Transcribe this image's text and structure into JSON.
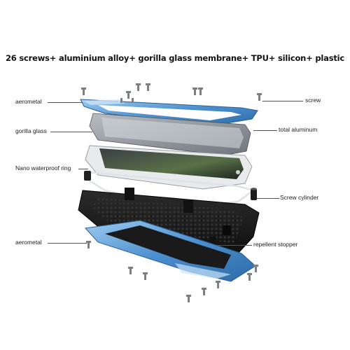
{
  "title": "26 screws+ aluminium alloy+ gorilla glass membrane+ TPU+ silicon+ plastic",
  "labels": {
    "aerometal_top": "aerometal",
    "screw": "screw",
    "gorilla_glass": "gorilla glass",
    "total_aluminum": "total aluminum",
    "nano_ring": "Nano waterproof ring",
    "screw_cylinder": "Screw cylinder",
    "aerometal_bottom": "aerometal",
    "repellent_stopper": "repellent stopper"
  },
  "colors": {
    "frame_blue": "#5a9fd8",
    "frame_highlight": "#c9e4f8",
    "case_black": "#1c1c1c",
    "glass_gray": "#8f959c"
  }
}
